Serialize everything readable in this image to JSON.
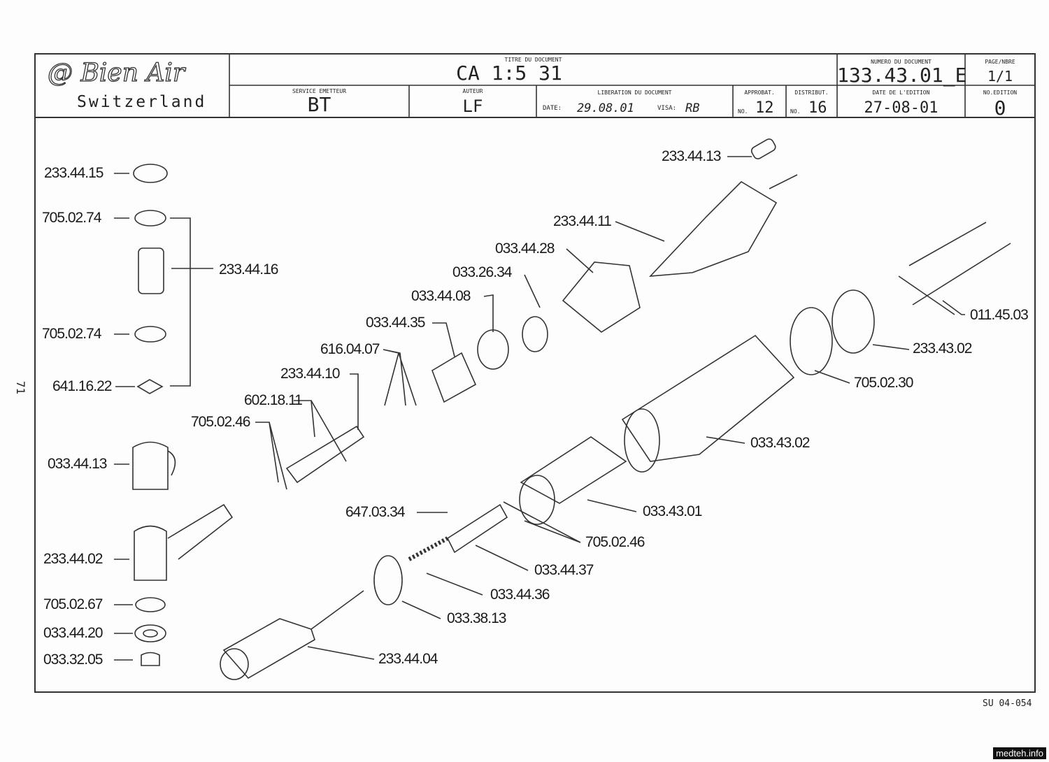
{
  "title_block": {
    "company": "Bien Air",
    "country": "Switzerland",
    "doc_title_caption": "TITRE DU DOCUMENT",
    "doc_title": "CA 1:5 31",
    "doc_number_caption": "NUMERO DU DOCUMENT",
    "doc_number": "133.43.01_E",
    "page_caption": "PAGE/NBRE",
    "page": "1/1",
    "service_caption": "SERVICE EMETTEUR",
    "service": "BT",
    "author_caption": "AUTEUR",
    "author": "LF",
    "release_caption": "LIBERATION DU DOCUMENT",
    "date_label": "DATE:",
    "release_date": "29.08.01",
    "visa_label": "VISA:",
    "visa": "RB",
    "approb_caption": "APPROBAT.",
    "approb_no_label": "NO.",
    "approb": "12",
    "distrib_caption": "DISTRIBUT.",
    "distrib_no_label": "NO.",
    "distrib": "16",
    "edition_date_caption": "DATE DE L'EDITION",
    "edition_date": "27-08-01",
    "edition_caption": "NO.EDITION",
    "edition": "0"
  },
  "parts": [
    "233.44.15",
    "705.02.74",
    "233.44.16",
    "705.02.74",
    "641.16.22",
    "033.44.13",
    "233.44.02",
    "705.02.67",
    "033.44.20",
    "033.32.05",
    "233.44.13",
    "233.44.11",
    "033.44.28",
    "033.26.34",
    "033.44.08",
    "033.44.35",
    "616.04.07",
    "233.44.10",
    "602.18.11",
    "705.02.46",
    "011.45.03",
    "233.43.02",
    "705.02.30",
    "033.43.02",
    "033.43.01",
    "705.02.46",
    "647.03.34",
    "033.44.37",
    "033.44.36",
    "033.38.13",
    "233.44.04"
  ],
  "margin_number": "71",
  "footer_code": "SU 04-054",
  "watermark": "medteh.info"
}
